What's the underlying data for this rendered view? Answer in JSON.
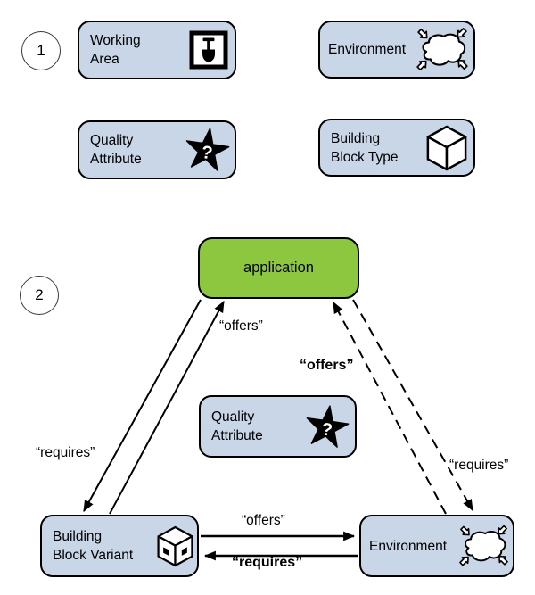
{
  "colors": {
    "background": "#ffffff",
    "node_fill": "#c8d6e7",
    "application_fill": "#8dc63f",
    "outline": "#000000",
    "text": "#000000"
  },
  "section1": {
    "badge": "1",
    "items": {
      "working_area": {
        "line1": "Working",
        "line2": "Area",
        "icon": "shovel-icon"
      },
      "environment": {
        "line1": "Environment",
        "icon": "environment-arrows-icon"
      },
      "quality_attribute": {
        "line1": "Quality",
        "line2": "Attribute",
        "icon": "star-question-icon"
      },
      "building_block_type": {
        "line1": "Building",
        "line2": "Block Type",
        "icon": "cube-icon"
      }
    }
  },
  "section2": {
    "badge": "2",
    "nodes": {
      "application": {
        "label": "application"
      },
      "quality_attribute": {
        "line1": "Quality",
        "line2": "Attribute",
        "icon": "star-question-icon"
      },
      "building_block_variant": {
        "line1": "Building",
        "line2": "Block Variant",
        "icon": "cube-variant-icon"
      },
      "environment": {
        "label": "Environment",
        "icon": "environment-arrows-icon"
      }
    },
    "edge_labels": {
      "offers_left": "“offers”",
      "offers_right_bold": "“offers”",
      "requires_left": "“requires”",
      "requires_right": "“requires”",
      "offers_mid": "“offers”",
      "requires_mid_bold": "“requires”"
    }
  }
}
